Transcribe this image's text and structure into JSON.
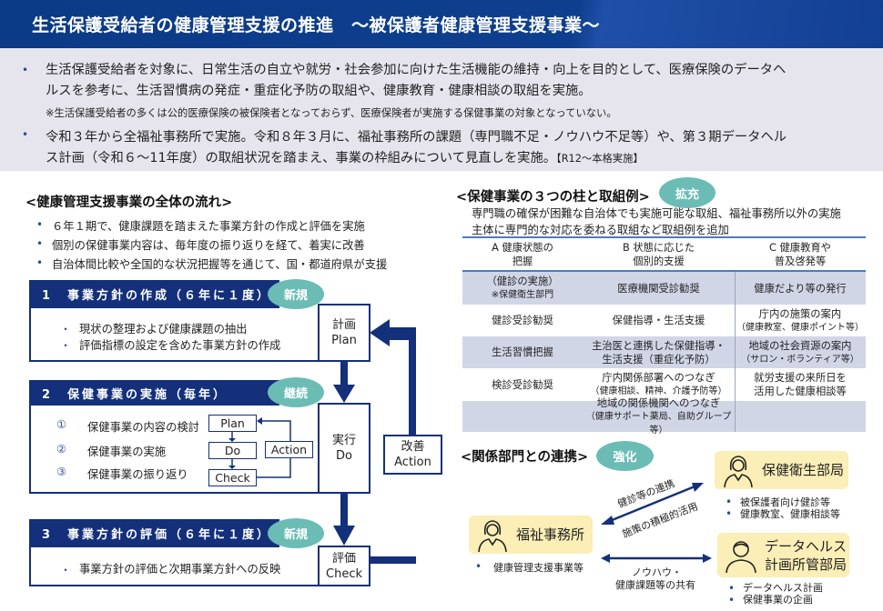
{
  "header": {
    "title": "生活保護受給者の健康管理支援の推進　～被保護者健康管理支援事業～"
  },
  "intro": {
    "bullet1": [
      "生活保護受給者を対象に、日常生活の自立や就労・社会参加に向けた生活機能の維持・向上を目的として、医療保険のデータヘ",
      "ルスを参考に、生活習慣病の発症・重症化予防の取組や、健康教育・健康相談の取組を実施。"
    ],
    "note": "※生活保護受給者の多くは公的医療保険の被保険者となっておらず、医療保険者が実施する保健事業の対象となっていない。",
    "bullet2": [
      "令和３年から全福祉事務所で実施。令和８年３月に、福祉事務所の課題（専門職不足・ノウハウ不足等）や、第３期データヘル",
      "ス計画（令和６～11年度）の取組状況を踏まえ、事業の枠組みについて見直しを実施。"
    ],
    "bullet2_tag": "【R12～本格実施】"
  },
  "flow": {
    "heading": "<健康管理支援事業の全体の流れ>",
    "bullets": [
      "６年１期で、健康課題を踏まえた事業方針の作成と評価を実施",
      "個別の保健事業内容は、毎年度の振り返りを経て、着実に改善",
      "自治体間比較や全国的な状況把握等を通じて、国・都道府県が支援"
    ],
    "steps": [
      {
        "title": "1　事業方針の作成（６年に１度）",
        "badge": "新規",
        "items": [
          "現状の整理および健康課題の抽出",
          "評価指標の設定を含めた事業方針の作成"
        ]
      },
      {
        "title": "2　保健事業の実施（毎年）",
        "badge": "継続",
        "items": [
          "①",
          "保健事業の内容の検討",
          "②",
          "保健事業の実施",
          "③",
          "保健事業の振り返り"
        ]
      },
      {
        "title": "3　事業方針の評価（６年に１度）",
        "badge": "新規",
        "items": [
          "事業方針の評価と次期事業方針への反映"
        ]
      }
    ],
    "pdca": {
      "plan": [
        "計画",
        "Plan"
      ],
      "do": [
        "実行",
        "Do"
      ],
      "check": [
        "評価",
        "Check"
      ],
      "action": [
        "改善",
        "Action"
      ]
    },
    "mini_pdca": {
      "plan": "Plan",
      "do": "Do",
      "check": "Check",
      "action": "Action"
    }
  },
  "pillars": {
    "heading": "<保健事業の３つの柱と取組例>",
    "badge": "拡充",
    "description": [
      "専門職の確保が困難な自治体でも実施可能な取組、福祉事務所以外の実施",
      "主体に専門的な対応を委ねる取組など取組例を追加"
    ],
    "columns": [
      [
        "A 健康状態の",
        "把握"
      ],
      [
        "B 状態に応じた",
        "個別的支援"
      ],
      [
        "C 健康教育や",
        "普及啓発等"
      ]
    ],
    "rows": [
      [
        [
          "（健診の実施）",
          "※保健衛生部門"
        ],
        [
          "医療機関受診勧奨",
          ""
        ],
        [
          "健康だより等の発行",
          ""
        ]
      ],
      [
        [
          "健診受診勧奨",
          ""
        ],
        [
          "保健指導・生活支援",
          ""
        ],
        [
          "庁内の施策の案内",
          "（健康教室、健康ポイント等）"
        ]
      ],
      [
        [
          "生活習慣把握",
          ""
        ],
        [
          "主治医と連携した保健指導・",
          "生活支援（重症化予防）"
        ],
        [
          "地域の社会資源の案内",
          "（サロン・ボランティア等）"
        ]
      ],
      [
        [
          "検診受診勧奨",
          ""
        ],
        [
          "庁内関係部署へのつなぎ",
          "（健康相談、精神、介護予防等）"
        ],
        [
          "就労支援の来所日を",
          "活用した健康相談等"
        ]
      ],
      [
        [
          "",
          ""
        ],
        [
          "地域の関係機関へのつなぎ",
          "（健康サポート薬局、自助グループ等）"
        ],
        [
          "",
          ""
        ]
      ]
    ]
  },
  "relations": {
    "heading": "<関係部門との連携>",
    "badge": "強化",
    "welfare": {
      "name": "福祉事務所",
      "items": [
        "健康管理支援事業等"
      ]
    },
    "health": {
      "name": "保健衛生部局",
      "items": [
        "被保護者向け健診等",
        "健康教室、健康相談等"
      ]
    },
    "datahealth": {
      "name": [
        "データヘルス",
        "計画所管部局"
      ],
      "items": [
        "データヘルス計画",
        "保健事業の企画"
      ]
    },
    "link1": [
      "健診等の連携",
      "施策の積極的活用"
    ],
    "link2": [
      "ノウハウ・",
      "健康課題等の共有"
    ]
  },
  "colors": {
    "navy": "#14307a",
    "teal": "#6bbcb5",
    "beige": "#fbeeb6",
    "table_shade": "#d1d6e7"
  }
}
